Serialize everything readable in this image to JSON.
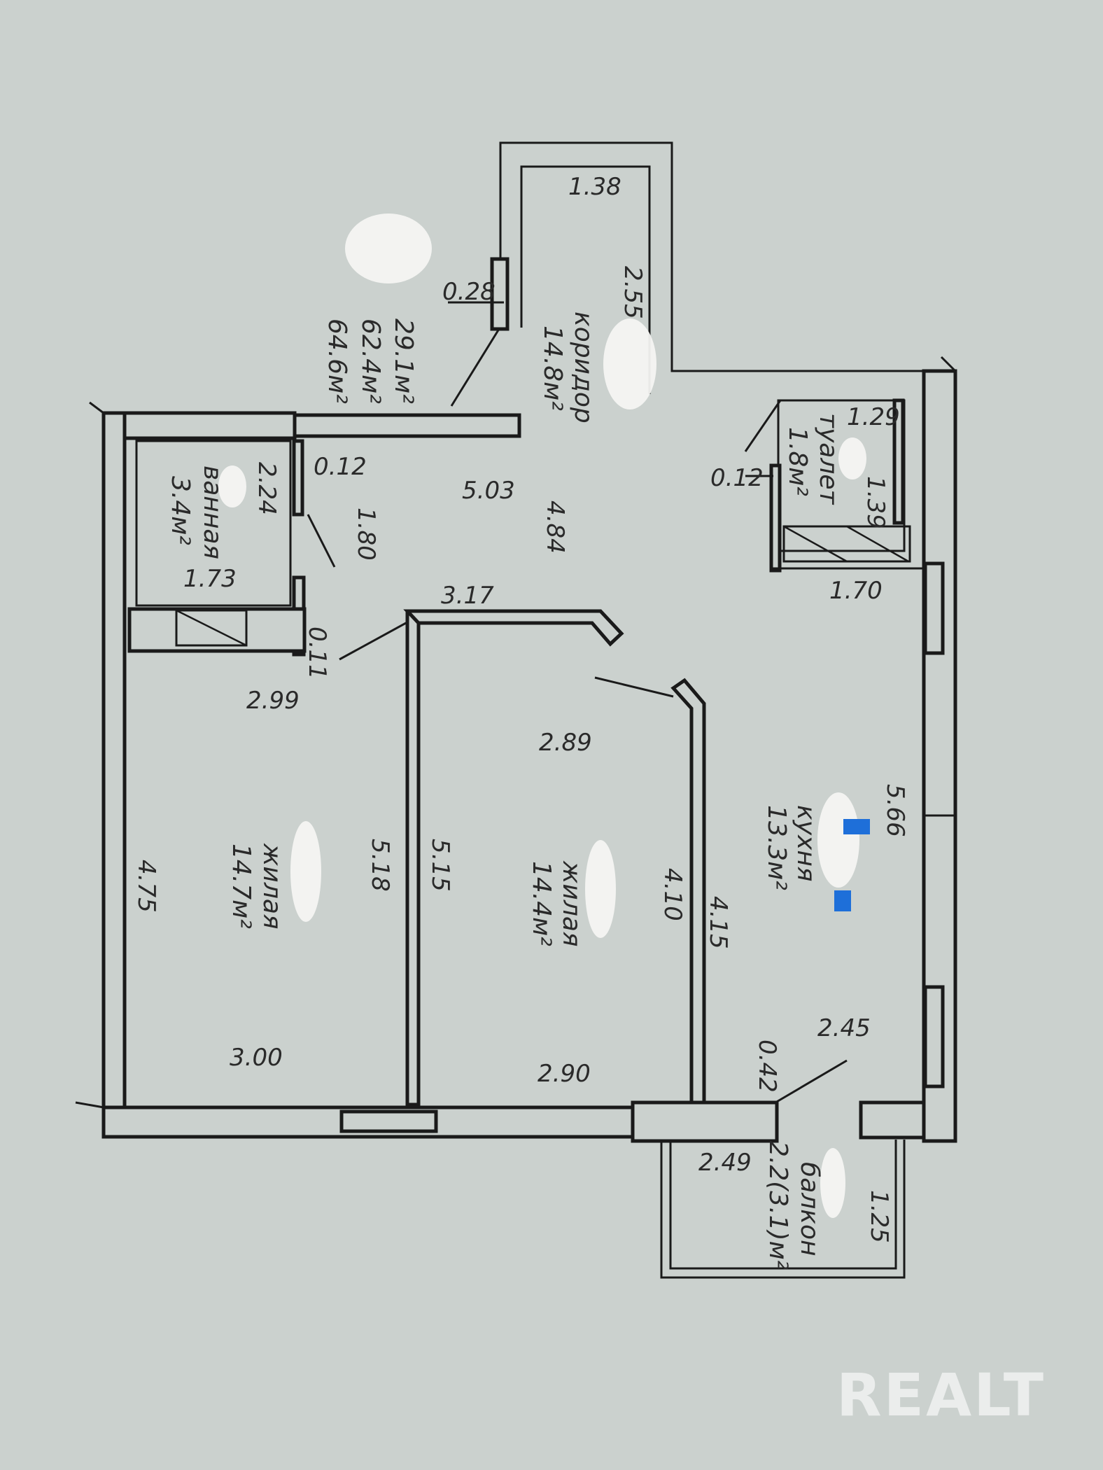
{
  "totals": {
    "living": "29.1м²",
    "total": "62.4м²",
    "total_with_balcony": "64.6м²"
  },
  "rooms": {
    "corridor": {
      "name": "коридор",
      "area": "14.8м²"
    },
    "bathroom": {
      "name": "ванная",
      "area": "3.4м²"
    },
    "toilet": {
      "name": "туалет",
      "area": "1.8м²"
    },
    "living1": {
      "name": "жилая",
      "area": "14.7м²"
    },
    "living2": {
      "name": "жилая",
      "area": "14.4м²"
    },
    "kitchen": {
      "name": "кухня",
      "area": "13.3м²"
    },
    "balcony": {
      "name": "балкон",
      "area": "2.2(3.1)м²"
    }
  },
  "dimensions": {
    "d1_38": "1.38",
    "d0_28": "0.28",
    "d2_55": "2.55",
    "d1_29": "1.29",
    "d1_39": "1.39",
    "d0_12_toilet": "0.12",
    "d1_70": "1.70",
    "d0_12_bath": "0.12",
    "d2_24": "2.24",
    "d1_80": "1.80",
    "d1_73": "1.73",
    "d0_11": "0.11",
    "d5_03": "5.03",
    "d4_84": "4.84",
    "d3_17": "3.17",
    "d2_99": "2.99",
    "d4_75": "4.75",
    "d5_18": "5.18",
    "d3_00": "3.00",
    "d5_15": "5.15",
    "d2_89": "2.89",
    "d4_10": "4.10",
    "d2_90": "2.90",
    "d4_15": "4.15",
    "d5_66": "5.66",
    "d2_45": "2.45",
    "d0_42": "0.42",
    "d2_49": "2.49",
    "d1_25": "1.25"
  },
  "watermark": "REALT",
  "colors": {
    "background": "#cbd1ce",
    "ink": "#1a1a1a",
    "blue_mark": "#1e6fd9"
  }
}
